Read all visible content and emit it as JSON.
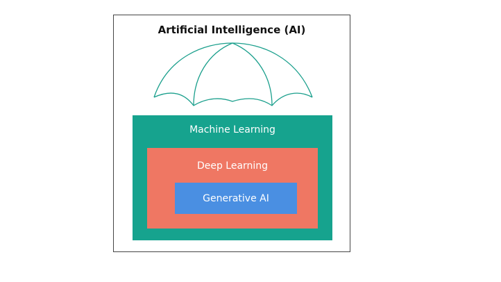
{
  "diagram": {
    "title": "Artificial Intelligence (AI)",
    "layers": {
      "machine_learning": "Machine Learning",
      "deep_learning": "Deep Learning",
      "generative_ai": "Generative AI"
    },
    "colors": {
      "umbrella_stroke": "#1a9f8c",
      "machine_learning_fill": "#16a38e",
      "deep_learning_fill": "#ef7763",
      "generative_ai_fill": "#4a8fe2",
      "frame_border": "#444444"
    },
    "icons": {
      "umbrella": "umbrella-icon"
    }
  }
}
